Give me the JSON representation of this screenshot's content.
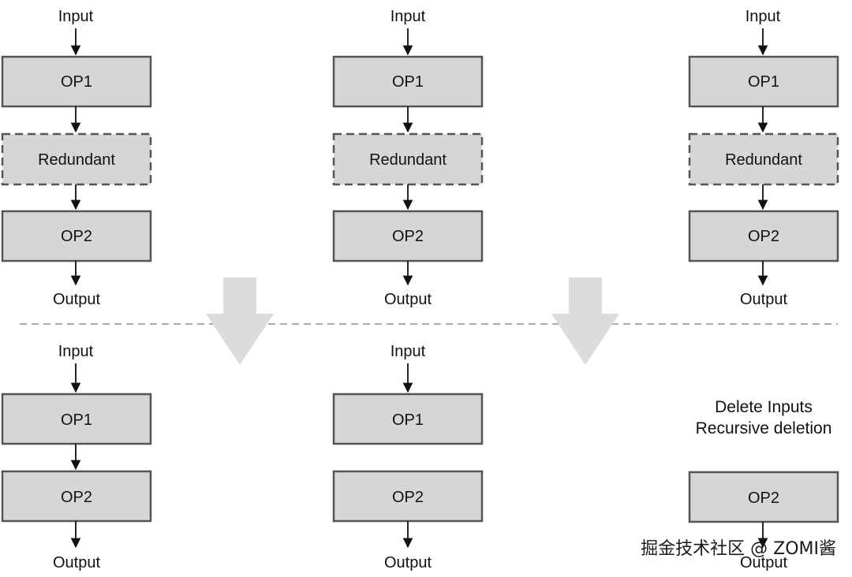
{
  "diagram": {
    "io": {
      "input": "Input",
      "output": "Output"
    },
    "ops": {
      "op1": "OP1",
      "redundant": "Redundant",
      "op2": "OP2"
    },
    "note": {
      "line1": "Delete Inputs",
      "line2": "Recursive deletion"
    }
  },
  "watermark": "掘金技术社区 @ ZOMI酱",
  "colors": {
    "box_fill": "#d6d6d6",
    "box_stroke": "#555555",
    "divider": "#aaaaaa",
    "transition_arrow": "#dcdcdc"
  }
}
